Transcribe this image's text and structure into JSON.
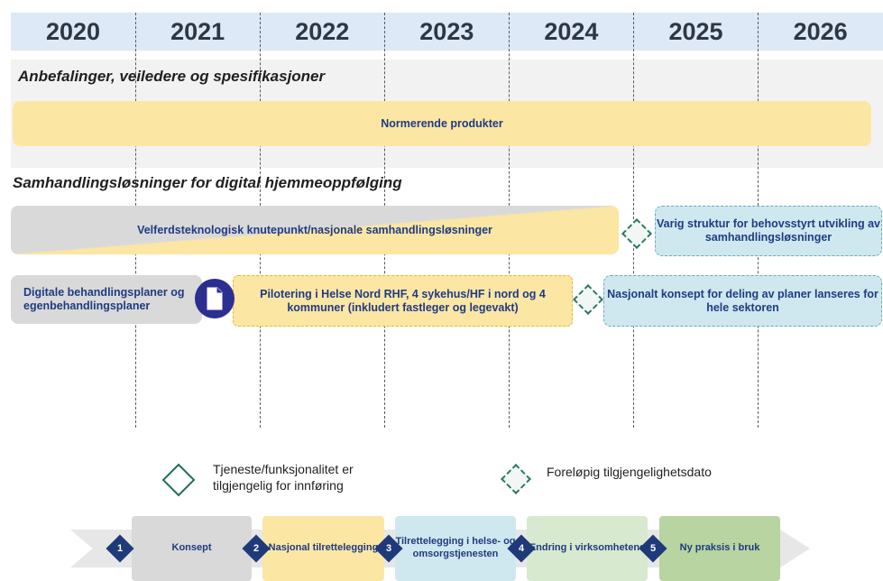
{
  "years": [
    "2020",
    "2021",
    "2022",
    "2023",
    "2024",
    "2025",
    "2026"
  ],
  "sections": {
    "s1_title": "Anbefalinger, veiledere og spesifikasjoner",
    "s2_title": "Samhandlingsløsninger for digital hjemmeoppfølging"
  },
  "bars": {
    "normer": "Normerende produkter",
    "velferd": "Velferdsteknologisk knutepunkt/nasjonale samhandlingsløsninger",
    "varig": "Varig struktur for behovsstyrt utvikling av samhandlingsløsninger",
    "digital": "Digitale behandlingsplaner og egenbehandlingsplaner",
    "pilot": "Pilotering i Helse Nord RHF, 4 sykehus/HF i nord og 4 kommuner (inkludert fastleger og legevakt)",
    "nasjonalt": "Nasjonalt konsept for deling av planer lanseres for hele sektoren"
  },
  "legend": {
    "available": "Tjeneste/funksjonalitet er tilgjengelig for innføring",
    "tentative": "Foreløpig tilgjengelighetsdato"
  },
  "phases": [
    {
      "num": "1",
      "label": "Konsept",
      "color": "#d9d9d9"
    },
    {
      "num": "2",
      "label": "Nasjonal tilrettelegging",
      "color": "#fce6a4"
    },
    {
      "num": "3",
      "label": "Tilrettelegging i helse- og omsorgstjenesten",
      "color": "#cfe8ef"
    },
    {
      "num": "4",
      "label": "Endring i virksomhetene",
      "color": "#d7e9cf"
    },
    {
      "num": "5",
      "label": "Ny praksis i bruk",
      "color": "#b8d4a0"
    }
  ],
  "icons": {
    "document": "document-icon",
    "available": "solid-diamond-icon",
    "tentative": "dashed-diamond-icon"
  }
}
